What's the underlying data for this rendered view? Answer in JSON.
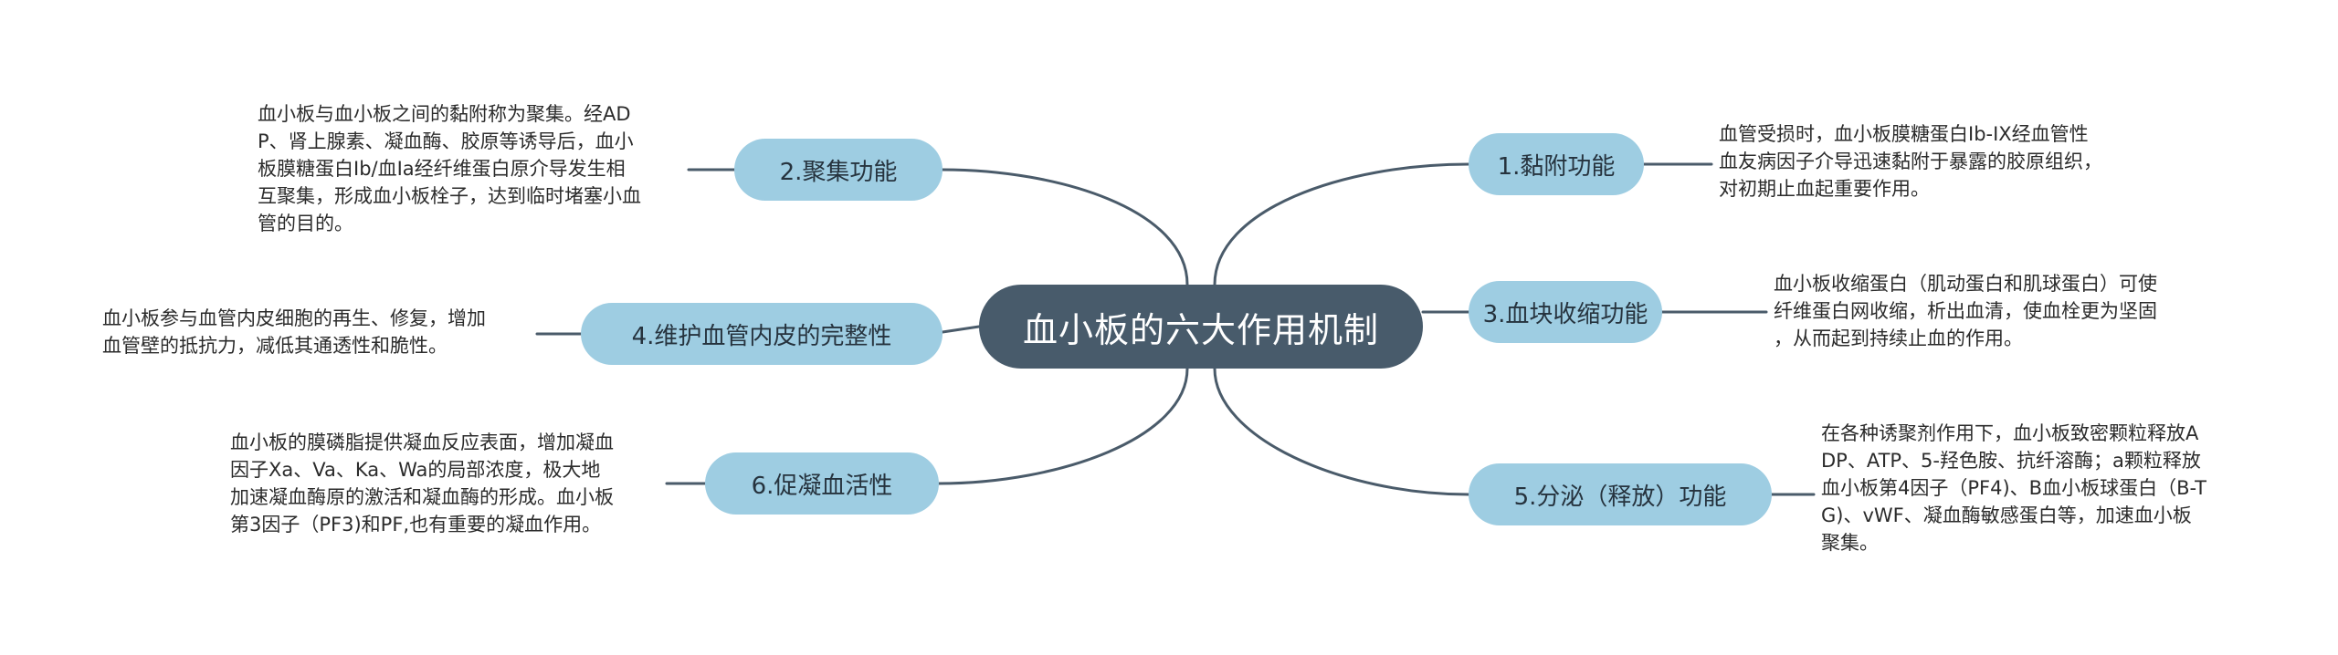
{
  "mindmap": {
    "root": "血小板的六大作用机制",
    "branches": [
      {
        "id": "b1",
        "label": "1.黏附功能",
        "description": "血管受损时，血小板膜糖蛋白Ib-IX经血管性\n血友病因子介导迅速黏附于暴露的胶原组织，\n对初期止血起重要作用。"
      },
      {
        "id": "b2",
        "label": "2.聚集功能",
        "description": "血小板与血小板之间的黏附称为聚集。经AD\nP、肾上腺素、凝血酶、胶原等诱导后，血小\n板膜糖蛋白Ib/血Ia经纤维蛋白原介导发生相\n互聚集，形成血小板栓子，达到临时堵塞小血\n管的目的。"
      },
      {
        "id": "b3",
        "label": "3.血块收缩功能",
        "description": "血小板收缩蛋白（肌动蛋白和肌球蛋白）可使\n纤维蛋白网收缩，析出血清，使血栓更为坚固\n，从而起到持续止血的作用。"
      },
      {
        "id": "b4",
        "label": "4.维护血管内皮的完整性",
        "description": "血小板参与血管内皮细胞的再生、修复，增加\n血管壁的抵抗力，减低其通透性和脆性。"
      },
      {
        "id": "b5",
        "label": "5.分泌（释放）功能",
        "description": "在各种诱聚剂作用下，血小板致密颗粒释放A\nDP、ATP、5-羟色胺、抗纤溶酶；a颗粒释放\n血小板第4因子（PF4)、B血小板球蛋白（B-T\nG)、vWF、凝血酶敏感蛋白等，加速血小板\n聚集。"
      },
      {
        "id": "b6",
        "label": "6.促凝血活性",
        "description": "血小板的膜磷脂提供凝血反应表面，增加凝血\n因子Xa、Va、Ka、Wa的局部浓度，极大地\n加速凝血酶原的激活和凝血酶的形成。血小板\n第3因子（PF3)和PF,也有重要的凝血作用。"
      }
    ]
  },
  "colors": {
    "root_fill": "#485b6b",
    "branch_fill": "#9ecde2",
    "connector": "#4a5b6a",
    "text": "#2b2b2b"
  }
}
